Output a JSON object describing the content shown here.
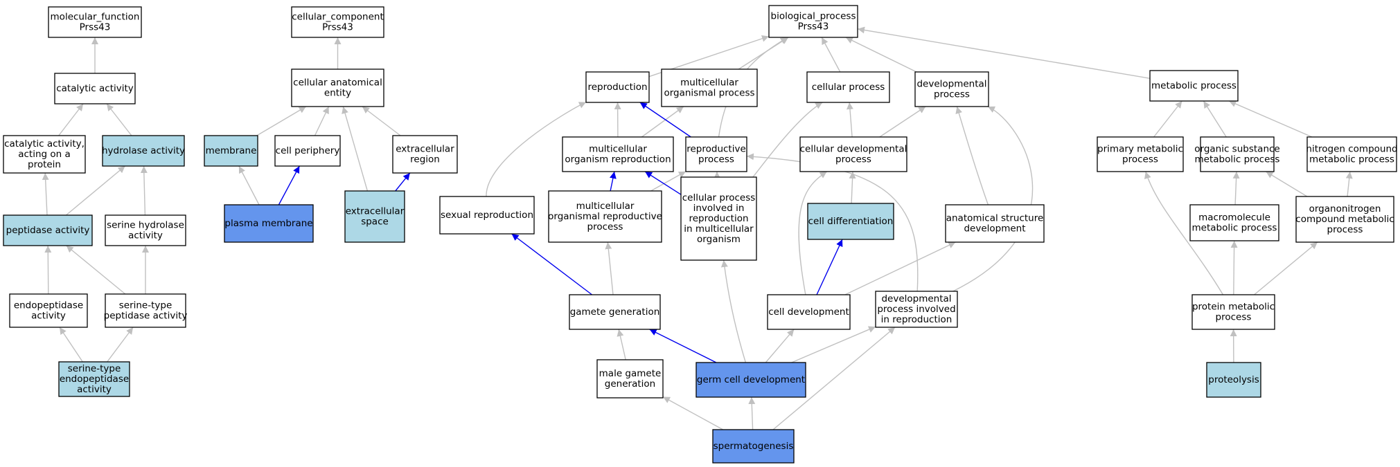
{
  "colors": {
    "default_fill": "#ffffff",
    "light_fill": "#add8e6",
    "dark_fill": "#6495ed",
    "gray_edge": "#c0c0c0",
    "blue_edge": "#0000ee"
  },
  "nodes": [
    {
      "id": "mf",
      "lines": [
        "molecular_function",
        "Prss43"
      ],
      "fill": "default"
    },
    {
      "id": "cat",
      "lines": [
        "catalytic activity"
      ],
      "fill": "default"
    },
    {
      "id": "catprot",
      "lines": [
        "catalytic activity,",
        "acting on a",
        "protein"
      ],
      "fill": "default"
    },
    {
      "id": "hyd",
      "lines": [
        "hydrolase activity"
      ],
      "fill": "light"
    },
    {
      "id": "pep",
      "lines": [
        "peptidase activity"
      ],
      "fill": "light"
    },
    {
      "id": "serhyd",
      "lines": [
        "serine hydrolase",
        "activity"
      ],
      "fill": "default"
    },
    {
      "id": "endo",
      "lines": [
        "endopeptidase",
        "activity"
      ],
      "fill": "default"
    },
    {
      "id": "serpep",
      "lines": [
        "serine-type",
        "peptidase activity"
      ],
      "fill": "default"
    },
    {
      "id": "serendo",
      "lines": [
        "serine-type",
        "endopeptidase",
        "activity"
      ],
      "fill": "light"
    },
    {
      "id": "cc",
      "lines": [
        "cellular_component",
        "Prss43"
      ],
      "fill": "default"
    },
    {
      "id": "cae",
      "lines": [
        "cellular anatomical",
        "entity"
      ],
      "fill": "default"
    },
    {
      "id": "mem",
      "lines": [
        "membrane"
      ],
      "fill": "light"
    },
    {
      "id": "cper",
      "lines": [
        "cell periphery"
      ],
      "fill": "default"
    },
    {
      "id": "exreg",
      "lines": [
        "extracellular",
        "region"
      ],
      "fill": "default"
    },
    {
      "id": "pm",
      "lines": [
        "plasma membrane"
      ],
      "fill": "dark"
    },
    {
      "id": "exsp",
      "lines": [
        "extracellular",
        "space"
      ],
      "fill": "light"
    },
    {
      "id": "bp",
      "lines": [
        "biological_process",
        "Prss43"
      ],
      "fill": "default"
    },
    {
      "id": "repro",
      "lines": [
        "reproduction"
      ],
      "fill": "default"
    },
    {
      "id": "mop",
      "lines": [
        "multicellular",
        "organismal process"
      ],
      "fill": "default"
    },
    {
      "id": "cp",
      "lines": [
        "cellular process"
      ],
      "fill": "default"
    },
    {
      "id": "dev",
      "lines": [
        "developmental",
        "process"
      ],
      "fill": "default"
    },
    {
      "id": "met",
      "lines": [
        "metabolic process"
      ],
      "fill": "default"
    },
    {
      "id": "mor",
      "lines": [
        "multicellular",
        "organism reproduction"
      ],
      "fill": "default"
    },
    {
      "id": "rp",
      "lines": [
        "reproductive",
        "process"
      ],
      "fill": "default"
    },
    {
      "id": "cdp",
      "lines": [
        "cellular developmental",
        "process"
      ],
      "fill": "default"
    },
    {
      "id": "pmp",
      "lines": [
        "primary metabolic",
        "process"
      ],
      "fill": "default"
    },
    {
      "id": "osm",
      "lines": [
        "organic substance",
        "metabolic process"
      ],
      "fill": "default"
    },
    {
      "id": "ncm",
      "lines": [
        "nitrogen compound",
        "metabolic process"
      ],
      "fill": "default"
    },
    {
      "id": "sexrep",
      "lines": [
        "sexual reproduction"
      ],
      "fill": "default"
    },
    {
      "id": "morp",
      "lines": [
        "multicellular",
        "organismal reproductive",
        "process"
      ],
      "fill": "default"
    },
    {
      "id": "cpir",
      "lines": [
        "cellular process",
        "involved in",
        "reproduction",
        "in multicellular",
        "organism"
      ],
      "fill": "default"
    },
    {
      "id": "cdiff",
      "lines": [
        "cell differentiation"
      ],
      "fill": "light"
    },
    {
      "id": "asd",
      "lines": [
        "anatomical structure",
        "development"
      ],
      "fill": "default"
    },
    {
      "id": "mmp",
      "lines": [
        "macromolecule",
        "metabolic process"
      ],
      "fill": "default"
    },
    {
      "id": "oncm",
      "lines": [
        "organonitrogen",
        "compound metabolic",
        "process"
      ],
      "fill": "default"
    },
    {
      "id": "gg",
      "lines": [
        "gamete generation"
      ],
      "fill": "default"
    },
    {
      "id": "cdev",
      "lines": [
        "cell development"
      ],
      "fill": "default"
    },
    {
      "id": "dpir",
      "lines": [
        "developmental",
        "process involved",
        "in reproduction"
      ],
      "fill": "default"
    },
    {
      "id": "ppm",
      "lines": [
        "protein metabolic",
        "process"
      ],
      "fill": "default"
    },
    {
      "id": "mgg",
      "lines": [
        "male gamete",
        "generation"
      ],
      "fill": "default"
    },
    {
      "id": "gcd",
      "lines": [
        "germ cell development"
      ],
      "fill": "dark"
    },
    {
      "id": "prot",
      "lines": [
        "proteolysis"
      ],
      "fill": "light"
    },
    {
      "id": "sperm",
      "lines": [
        "spermatogenesis"
      ],
      "fill": "dark"
    }
  ],
  "edges": [
    {
      "from": "cat",
      "to": "mf",
      "color": "gray"
    },
    {
      "from": "catprot",
      "to": "cat",
      "color": "gray"
    },
    {
      "from": "hyd",
      "to": "cat",
      "color": "gray"
    },
    {
      "from": "pep",
      "to": "catprot",
      "color": "gray"
    },
    {
      "from": "pep",
      "to": "hyd",
      "color": "gray"
    },
    {
      "from": "serhyd",
      "to": "hyd",
      "color": "gray"
    },
    {
      "from": "endo",
      "to": "pep",
      "color": "gray"
    },
    {
      "from": "serpep",
      "to": "pep",
      "color": "gray"
    },
    {
      "from": "serpep",
      "to": "serhyd",
      "color": "gray"
    },
    {
      "from": "serendo",
      "to": "endo",
      "color": "gray"
    },
    {
      "from": "serendo",
      "to": "serpep",
      "color": "gray"
    },
    {
      "from": "cae",
      "to": "cc",
      "color": "gray"
    },
    {
      "from": "mem",
      "to": "cae",
      "color": "gray"
    },
    {
      "from": "cper",
      "to": "cae",
      "color": "gray"
    },
    {
      "from": "exreg",
      "to": "cae",
      "color": "gray"
    },
    {
      "from": "pm",
      "to": "mem",
      "color": "gray"
    },
    {
      "from": "pm",
      "to": "cper",
      "color": "blue"
    },
    {
      "from": "exsp",
      "to": "cae",
      "color": "gray"
    },
    {
      "from": "exsp",
      "to": "exreg",
      "color": "blue"
    },
    {
      "from": "repro",
      "to": "bp",
      "color": "gray"
    },
    {
      "from": "mop",
      "to": "bp",
      "color": "gray"
    },
    {
      "from": "cp",
      "to": "bp",
      "color": "gray"
    },
    {
      "from": "dev",
      "to": "bp",
      "color": "gray"
    },
    {
      "from": "met",
      "to": "bp",
      "color": "gray"
    },
    {
      "from": "rp",
      "to": "bp",
      "color": "gray"
    },
    {
      "from": "mor",
      "to": "repro",
      "color": "gray"
    },
    {
      "from": "mor",
      "to": "mop",
      "color": "gray"
    },
    {
      "from": "rp",
      "to": "repro",
      "color": "blue"
    },
    {
      "from": "cdp",
      "to": "cp",
      "color": "gray"
    },
    {
      "from": "cdp",
      "to": "dev",
      "color": "gray"
    },
    {
      "from": "pmp",
      "to": "met",
      "color": "gray"
    },
    {
      "from": "osm",
      "to": "met",
      "color": "gray"
    },
    {
      "from": "ncm",
      "to": "met",
      "color": "gray"
    },
    {
      "from": "sexrep",
      "to": "repro",
      "color": "gray"
    },
    {
      "from": "morp",
      "to": "mor",
      "color": "blue"
    },
    {
      "from": "morp",
      "to": "rp",
      "color": "gray"
    },
    {
      "from": "cpir",
      "to": "mor",
      "color": "blue"
    },
    {
      "from": "cpir",
      "to": "rp",
      "color": "gray"
    },
    {
      "from": "cpir",
      "to": "cp",
      "color": "gray"
    },
    {
      "from": "cdiff",
      "to": "cdp",
      "color": "gray"
    },
    {
      "from": "asd",
      "to": "dev",
      "color": "gray"
    },
    {
      "from": "mmp",
      "to": "osm",
      "color": "gray"
    },
    {
      "from": "oncm",
      "to": "osm",
      "color": "gray"
    },
    {
      "from": "oncm",
      "to": "ncm",
      "color": "gray"
    },
    {
      "from": "gg",
      "to": "sexrep",
      "color": "blue"
    },
    {
      "from": "gg",
      "to": "morp",
      "color": "gray"
    },
    {
      "from": "cdev",
      "to": "cdp",
      "color": "gray"
    },
    {
      "from": "cdev",
      "to": "cdiff",
      "color": "blue"
    },
    {
      "from": "cdev",
      "to": "asd",
      "color": "gray"
    },
    {
      "from": "dpir",
      "to": "rp",
      "color": "gray"
    },
    {
      "from": "dpir",
      "to": "dev",
      "color": "gray"
    },
    {
      "from": "ppm",
      "to": "pmp",
      "color": "gray"
    },
    {
      "from": "ppm",
      "to": "mmp",
      "color": "gray"
    },
    {
      "from": "ppm",
      "to": "oncm",
      "color": "gray"
    },
    {
      "from": "mgg",
      "to": "gg",
      "color": "gray"
    },
    {
      "from": "gcd",
      "to": "gg",
      "color": "blue"
    },
    {
      "from": "gcd",
      "to": "cpir",
      "color": "gray"
    },
    {
      "from": "gcd",
      "to": "cdev",
      "color": "gray"
    },
    {
      "from": "gcd",
      "to": "dpir",
      "color": "gray"
    },
    {
      "from": "prot",
      "to": "ppm",
      "color": "gray"
    },
    {
      "from": "sperm",
      "to": "mgg",
      "color": "gray"
    },
    {
      "from": "sperm",
      "to": "gcd",
      "color": "gray"
    },
    {
      "from": "sperm",
      "to": "dpir",
      "color": "gray"
    }
  ]
}
